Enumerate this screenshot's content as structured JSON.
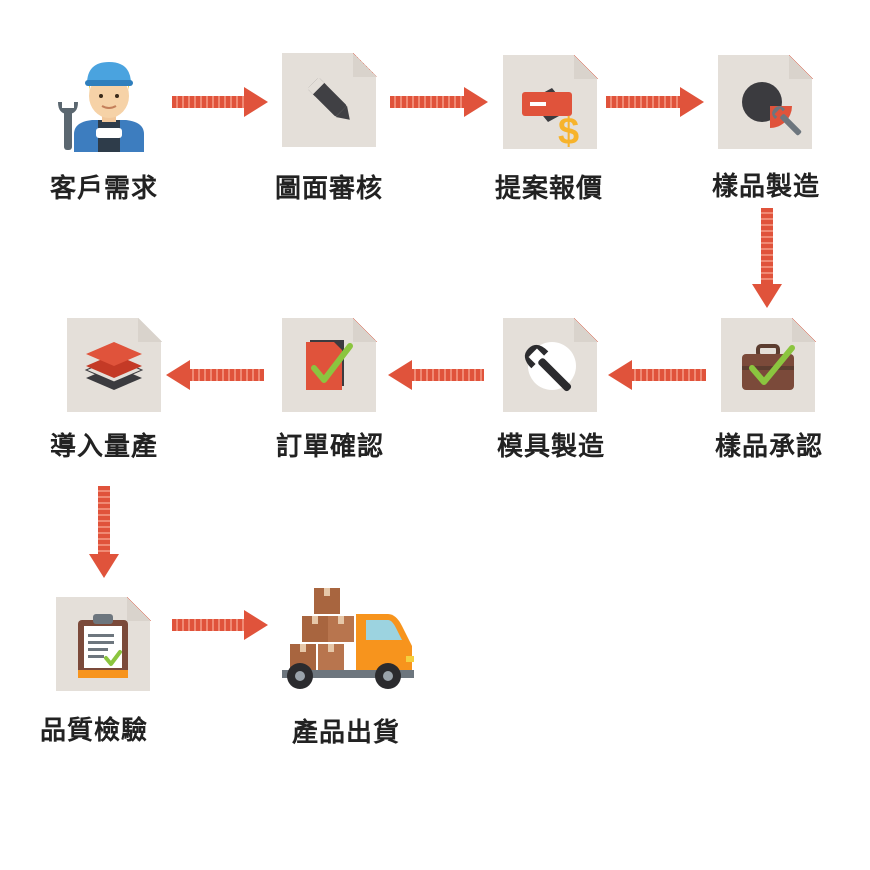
{
  "steps": [
    {
      "label": "客戶需求",
      "icon": "worker-icon"
    },
    {
      "label": "圖面審核",
      "icon": "pencil-icon"
    },
    {
      "label": "提案報價",
      "icon": "price-tag-dollar-icon"
    },
    {
      "label": "樣品製造",
      "icon": "pie-chart-wrench-icon"
    },
    {
      "label": "樣品承認",
      "icon": "briefcase-check-icon"
    },
    {
      "label": "模具製造",
      "icon": "wrench-icon"
    },
    {
      "label": "訂單確認",
      "icon": "document-check-icon"
    },
    {
      "label": "導入量產",
      "icon": "layers-icon"
    },
    {
      "label": "品質檢驗",
      "icon": "clipboard-check-icon"
    },
    {
      "label": "產品出貨",
      "icon": "delivery-truck-icon"
    }
  ],
  "colors": {
    "accent": "#e0533b",
    "tile": "#e4dfd9",
    "text": "#222222",
    "check": "#8bc53f",
    "orange": "#f7941d"
  }
}
